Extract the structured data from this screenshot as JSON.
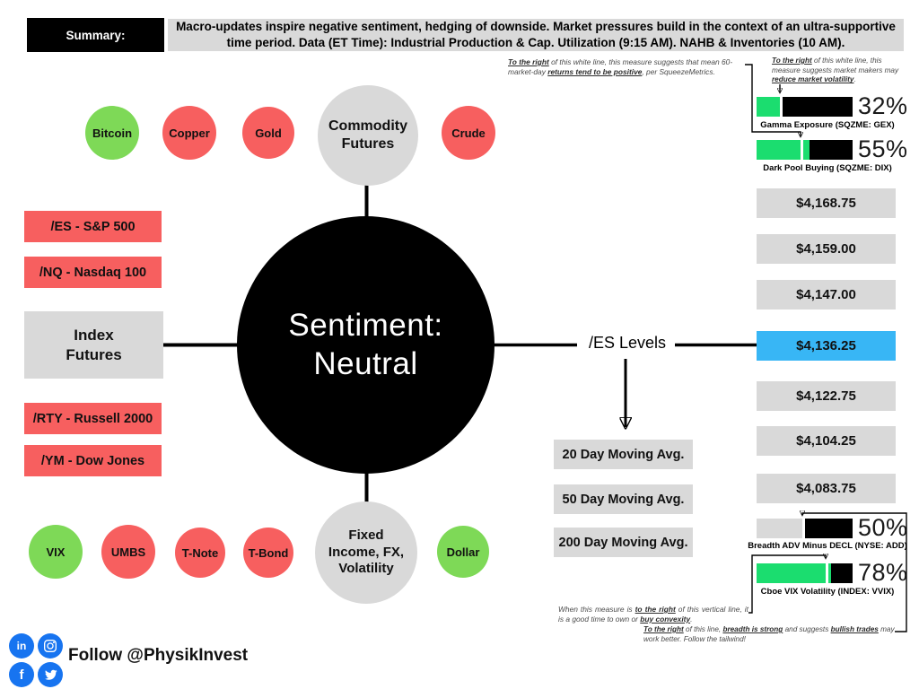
{
  "colors": {
    "red": "#f75f5f",
    "green_circle": "#7ed957",
    "gauge_green": "#1bdd6f",
    "gray": "#d9d9d9",
    "blue_highlight": "#38b6f5",
    "social_blue": "#1774f0",
    "black": "#000000"
  },
  "summary": {
    "label": "Summary:",
    "text": "Macro-updates inspire negative sentiment, hedging of downside. Market pressures build in the context of an ultra-supportive time period. Data (ET Time): Industrial Production & Cap. Utilization (9:15 AM). NAHB & Inventories (10 AM)."
  },
  "center": {
    "line1": "Sentiment:",
    "line2": "Neutral"
  },
  "hubs": {
    "commodity": "Commodity Futures",
    "index": "Index Futures",
    "fixed": "Fixed Income, FX, Volatility"
  },
  "commodities": [
    {
      "label": "Bitcoin",
      "sentiment": "green"
    },
    {
      "label": "Copper",
      "sentiment": "red"
    },
    {
      "label": "Gold",
      "sentiment": "red"
    },
    {
      "label": "Crude",
      "sentiment": "red"
    }
  ],
  "index_futures": [
    "/ES - S&P 500",
    "/NQ - Nasdaq 100",
    "/RTY - Russell 2000",
    "/YM - Dow Jones"
  ],
  "fixed_income": [
    {
      "label": "VIX",
      "sentiment": "green"
    },
    {
      "label": "UMBS",
      "sentiment": "red"
    },
    {
      "label": "T-Note",
      "sentiment": "red"
    },
    {
      "label": "T-Bond",
      "sentiment": "red"
    },
    {
      "label": "Dollar",
      "sentiment": "green"
    }
  ],
  "es_levels": {
    "title": "/ES Levels",
    "levels": [
      {
        "price": "$4,168.75",
        "highlight": false
      },
      {
        "price": "$4,159.00",
        "highlight": false
      },
      {
        "price": "$4,147.00",
        "highlight": false
      },
      {
        "price": "$4,136.25",
        "highlight": true
      },
      {
        "price": "$4,122.75",
        "highlight": false
      },
      {
        "price": "$4,104.25",
        "highlight": false
      },
      {
        "price": "$4,083.75",
        "highlight": false
      }
    ],
    "moving_averages": [
      "20 Day Moving Avg.",
      "50 Day Moving Avg.",
      "200 Day Moving Avg."
    ]
  },
  "gauges": [
    {
      "id": "gex",
      "label": "Gamma Exposure (SQZME: GEX)",
      "value": "32%",
      "fill_pct": 27,
      "line_pct": 24.5,
      "fill": "green"
    },
    {
      "id": "dix",
      "label": "Dark Pool Buying (SQZME: DIX)",
      "value": "55%",
      "fill_pct": 55,
      "line_pct": 46,
      "fill": "green"
    },
    {
      "id": "add",
      "label": "Breadth ADV Minus DECL (NYSE: ADD)",
      "value": "50%",
      "fill_pct": 50,
      "line_pct": 47.5,
      "fill": "gray"
    },
    {
      "id": "vvix",
      "label": "Cboe VIX Volatility (INDEX: VVIX)",
      "value": "78%",
      "fill_pct": 78,
      "line_pct": 72,
      "fill": "green"
    }
  ],
  "annotations": {
    "dix": [
      {
        "t": "To the right",
        "u": true
      },
      {
        "t": " of this white line, this measure suggests that mean 60-market-day ",
        "u": false
      },
      {
        "t": "returns tend to be positive",
        "u": true
      },
      {
        "t": ", per SqueezeMetrics.",
        "u": false
      }
    ],
    "gex": [
      {
        "t": "To the right",
        "u": true
      },
      {
        "t": " of this white line, this measure suggests market makers may ",
        "u": false
      },
      {
        "t": "reduce market volatility",
        "u": true
      },
      {
        "t": ".",
        "u": false
      }
    ],
    "vvix": [
      {
        "t": "When this measure is ",
        "u": false
      },
      {
        "t": "to the right",
        "u": true
      },
      {
        "t": " of this vertical line, it is a good time to own or ",
        "u": false
      },
      {
        "t": "buy convexity",
        "u": true
      },
      {
        "t": ".",
        "u": false
      }
    ],
    "add": [
      {
        "t": "To the right",
        "u": true
      },
      {
        "t": " of this line, ",
        "u": false
      },
      {
        "t": "breadth is strong",
        "u": true
      },
      {
        "t": " and suggests ",
        "u": false
      },
      {
        "t": "bullish trades",
        "u": true
      },
      {
        "t": " may work better. Follow the tailwind!",
        "u": false
      }
    ]
  },
  "footer": {
    "follow": "Follow @PhysikInvest",
    "social": [
      "linkedin",
      "instagram",
      "facebook",
      "twitter"
    ]
  }
}
